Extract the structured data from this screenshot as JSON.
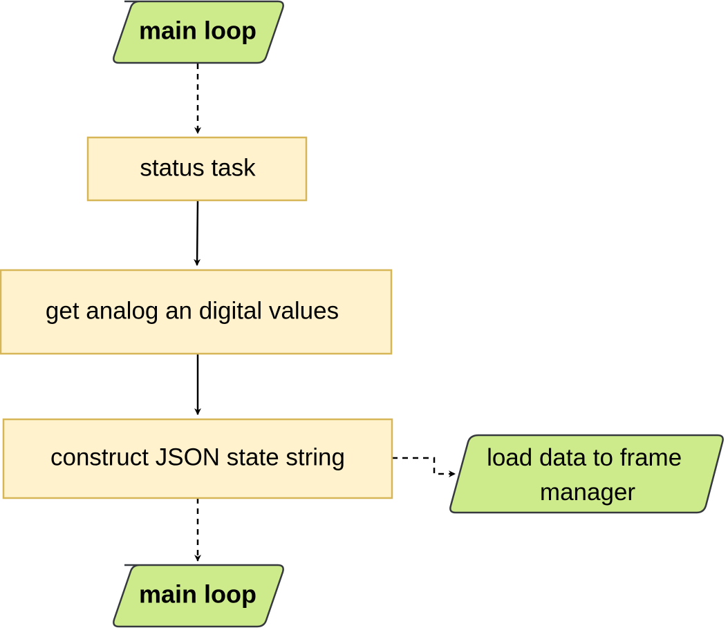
{
  "diagram": {
    "nodes": {
      "start": {
        "label": "main loop",
        "shape": "parallelogram",
        "fill": "#cdeb8b",
        "stroke": "#36393d",
        "bold": true
      },
      "status_task": {
        "label": "status task",
        "shape": "rectangle",
        "fill": "#fff2cc",
        "stroke": "#d6b656"
      },
      "get_values": {
        "label": "get analog an digital values",
        "shape": "rectangle",
        "fill": "#fff2cc",
        "stroke": "#d6b656"
      },
      "construct_json": {
        "label": "construct JSON state string",
        "shape": "rectangle",
        "fill": "#fff2cc",
        "stroke": "#d6b656"
      },
      "load_data": {
        "label_line1": "load data to frame",
        "label_line2": "manager",
        "shape": "parallelogram",
        "fill": "#cdeb8b",
        "stroke": "#36393d"
      },
      "end": {
        "label": "main loop",
        "shape": "parallelogram",
        "fill": "#cdeb8b",
        "stroke": "#36393d",
        "bold": true
      }
    },
    "edges": [
      {
        "from": "start",
        "to": "status_task",
        "style": "dashed"
      },
      {
        "from": "status_task",
        "to": "get_values",
        "style": "solid"
      },
      {
        "from": "get_values",
        "to": "construct_json",
        "style": "solid"
      },
      {
        "from": "construct_json",
        "to": "load_data",
        "style": "dashed"
      },
      {
        "from": "construct_json",
        "to": "end",
        "style": "dashed"
      }
    ]
  }
}
